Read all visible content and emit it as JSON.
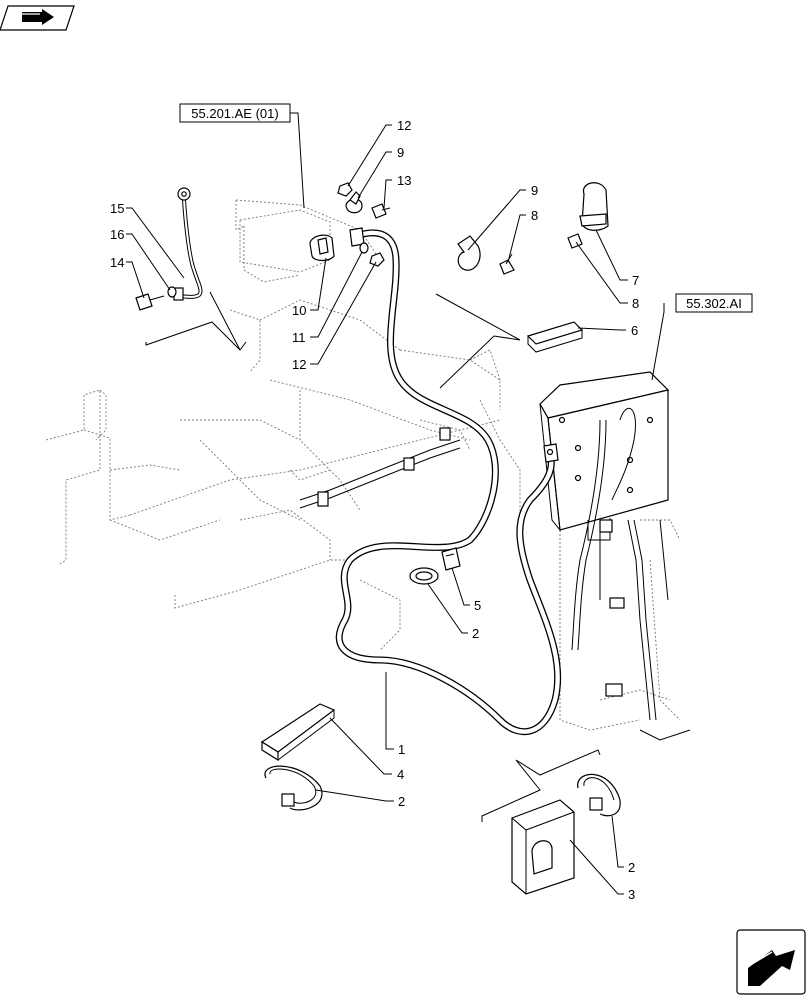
{
  "references": {
    "top": "55.201.AE (01)",
    "right": "55.302.AI"
  },
  "callouts": {
    "c12a": "12",
    "c9a": "9",
    "c13": "13",
    "c9b": "9",
    "c8a": "8",
    "c7": "7",
    "c8b": "8",
    "c15": "15",
    "c16": "16",
    "c14": "14",
    "c10": "10",
    "c11": "11",
    "c12b": "12",
    "c6": "6",
    "c5": "5",
    "c2a": "2",
    "c1": "1",
    "c4": "4",
    "c2b": "2",
    "c2c": "2",
    "c3": "3"
  },
  "icons": {
    "top_left": "navigate-back-icon",
    "bottom_right": "next-page-icon"
  }
}
